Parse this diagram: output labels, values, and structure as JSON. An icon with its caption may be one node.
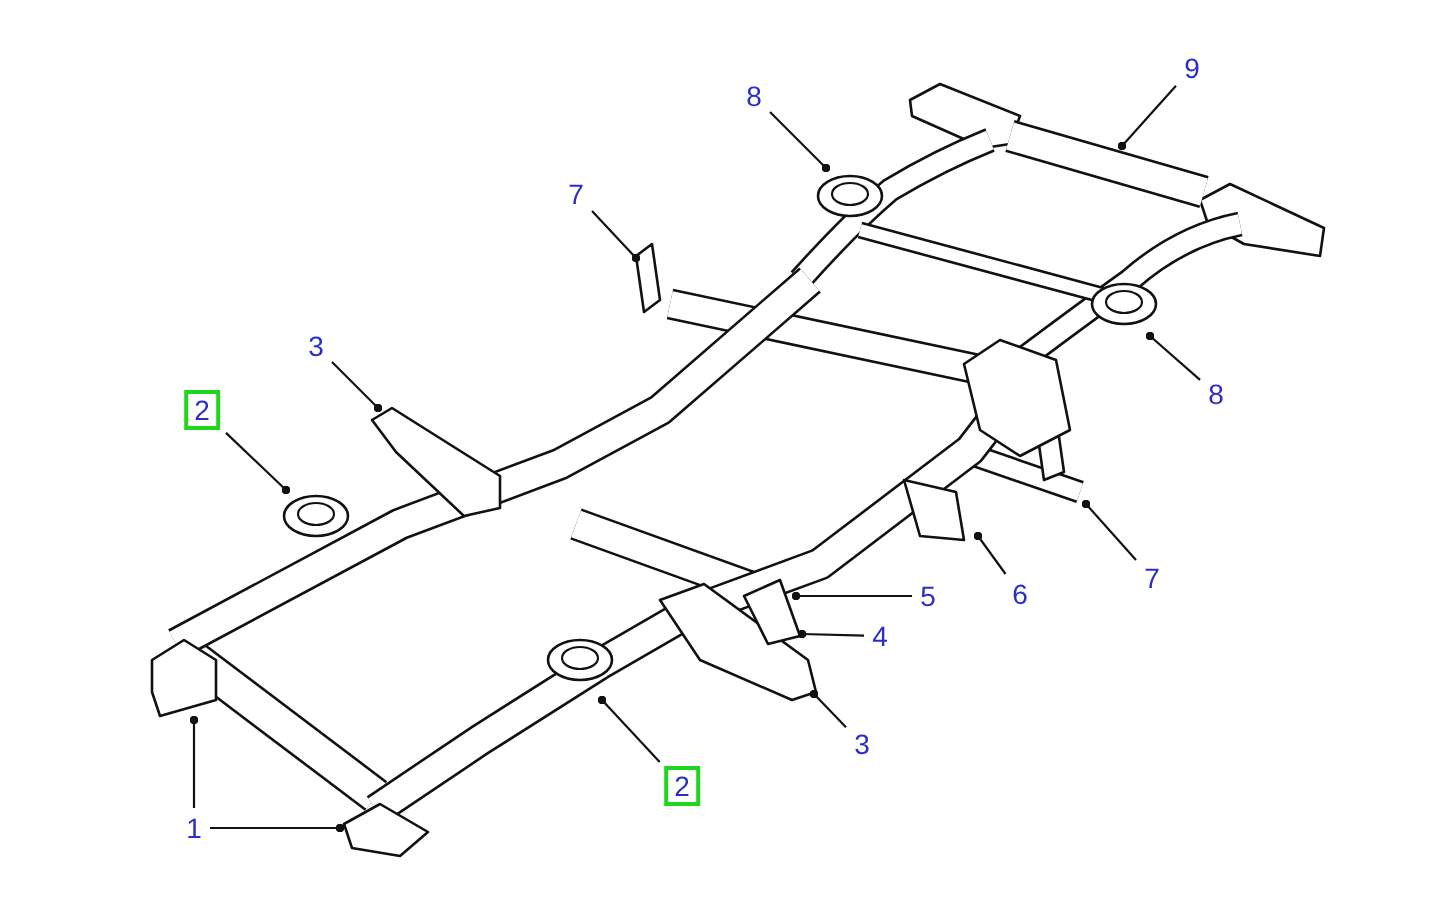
{
  "diagram": {
    "nodes": [
      {
        "text": [
          "9"
        ]
      },
      {
        "text": [
          "8"
        ]
      },
      {
        "text": [
          "7"
        ]
      },
      {
        "text": [
          "3"
        ]
      },
      {
        "text": [
          "8"
        ]
      },
      {
        "text": [
          "2"
        ]
      },
      {
        "text": [
          "7"
        ]
      },
      {
        "text": [
          "6"
        ]
      },
      {
        "text": [
          "5"
        ]
      },
      {
        "text": [
          "4"
        ]
      },
      {
        "text": [
          "3"
        ]
      },
      {
        "text": [
          "2"
        ]
      },
      {
        "text": [
          "1"
        ]
      }
    ],
    "edges": [
      {
        "from": 0,
        "to": null,
        "arrow": "other"
      },
      {
        "from": 1,
        "to": null,
        "arrow": "other"
      },
      {
        "from": 2,
        "to": null,
        "arrow": "other"
      },
      {
        "from": 3,
        "to": null,
        "arrow": "other"
      },
      {
        "from": 4,
        "to": null,
        "arrow": "other"
      },
      {
        "from": 5,
        "to": null,
        "arrow": "other"
      },
      {
        "from": 6,
        "to": null,
        "arrow": "other"
      },
      {
        "from": 7,
        "to": null,
        "arrow": "other"
      },
      {
        "from": 8,
        "to": null,
        "arrow": "other"
      },
      {
        "from": 9,
        "to": null,
        "arrow": "other"
      },
      {
        "from": 10,
        "to": null,
        "arrow": "other"
      },
      {
        "from": 11,
        "to": null,
        "arrow": "other"
      },
      {
        "from": 12,
        "to": null,
        "arrow": "other"
      },
      {
        "from": 12,
        "to": null,
        "arrow": "other"
      }
    ]
  }
}
